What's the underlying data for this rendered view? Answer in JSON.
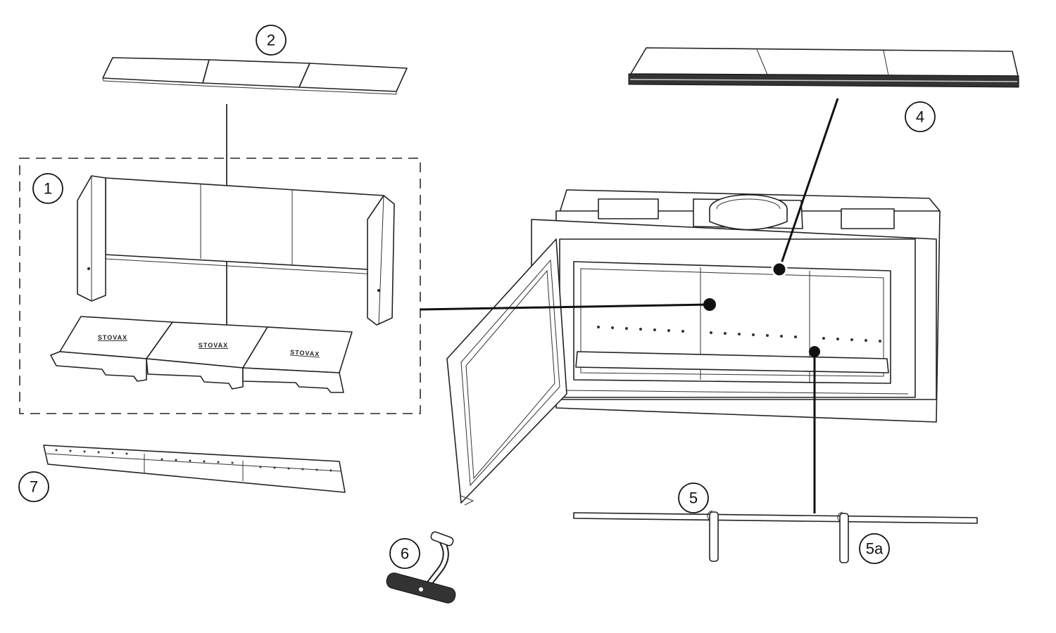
{
  "diagram": {
    "callouts": {
      "c1": "1",
      "c2": "2",
      "c4": "4",
      "c5": "5",
      "c5a": "5a",
      "c6": "6",
      "c7": "7"
    },
    "brand_logo": "STOVAX",
    "colors": {
      "line": "#222222",
      "background": "#ffffff"
    }
  }
}
